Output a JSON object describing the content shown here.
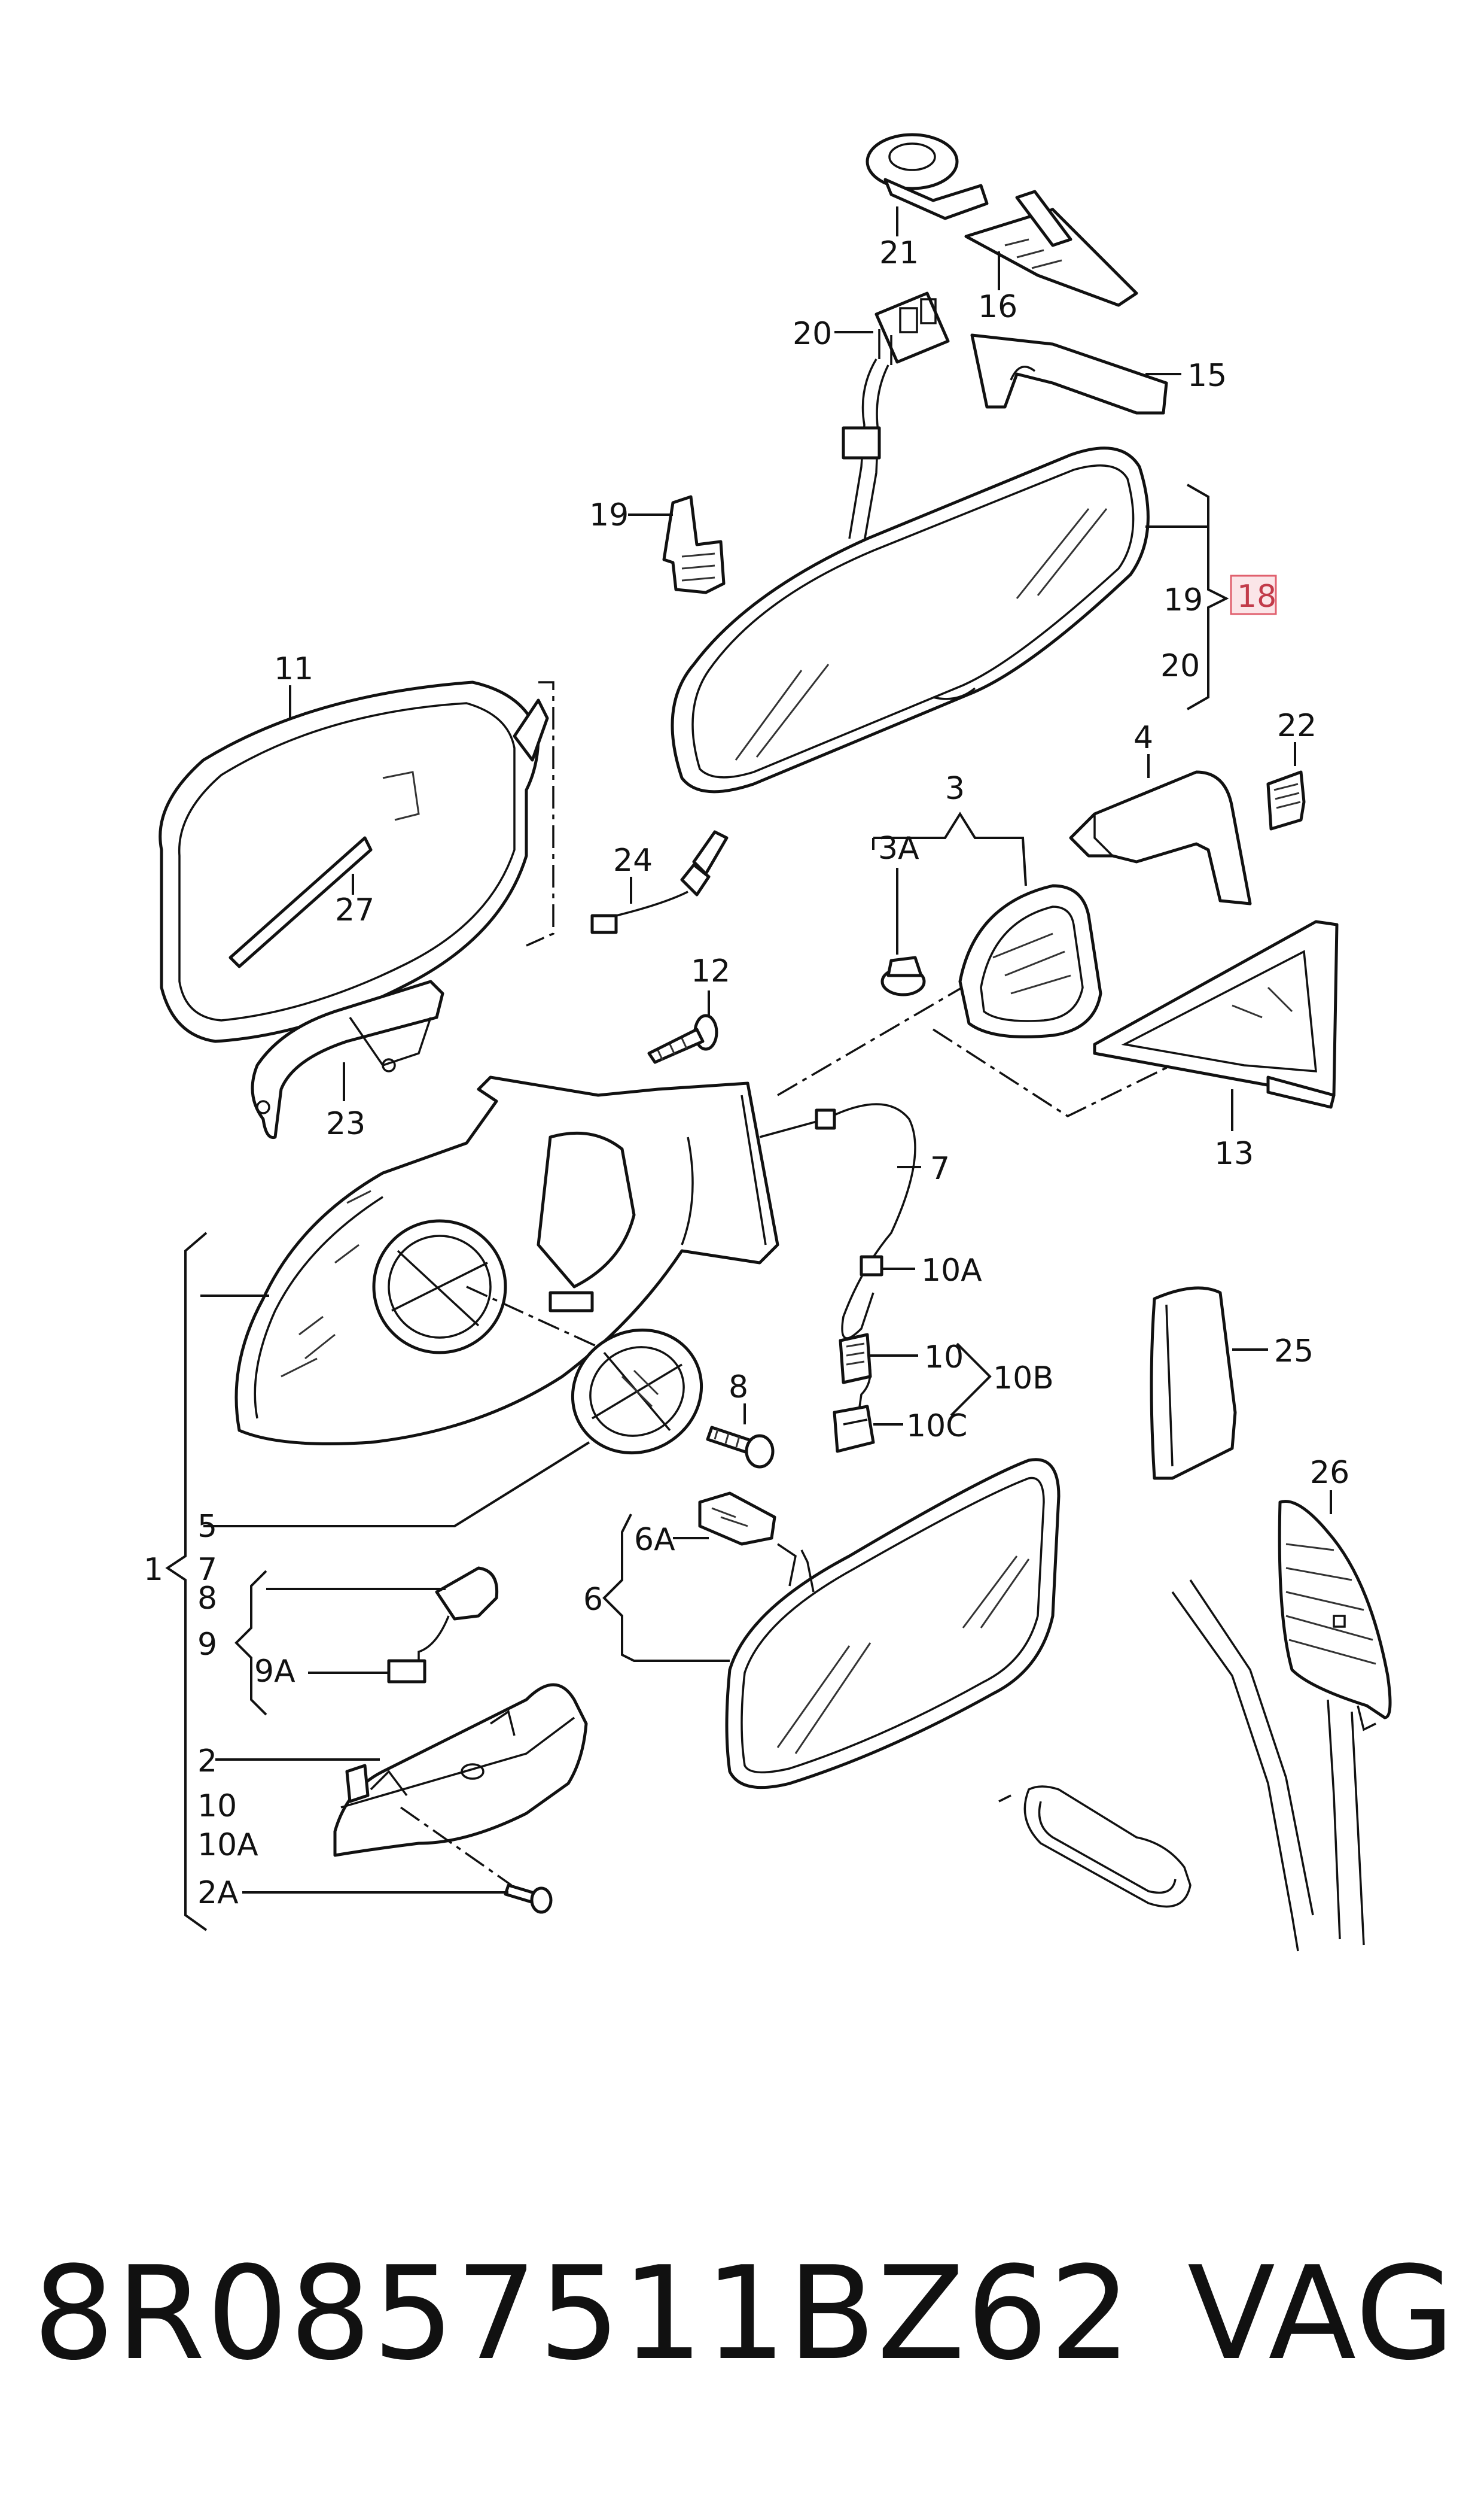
{
  "callouts": {
    "c1": "1",
    "c2": "2",
    "c2A": "2A",
    "c3": "3",
    "c3A": "3A",
    "c4": "4",
    "c5": "5",
    "c6": "6",
    "c6A": "6A",
    "c7a": "7",
    "c7b": "7",
    "c8a": "8",
    "c8b": "8",
    "c9": "9",
    "c9A": "9A",
    "c10a": "10",
    "c10b": "10",
    "c10A_a": "10A",
    "c10A_b": "10A",
    "c10B": "10B",
    "c10C": "10C",
    "c11": "11",
    "c12": "12",
    "c13": "13",
    "c15": "15",
    "c16": "16",
    "c18": "18",
    "c19a": "19",
    "c19b": "19",
    "c20a": "20",
    "c20b": "20",
    "c21": "21",
    "c22": "22",
    "c23": "23",
    "c24": "24",
    "c25": "25",
    "c26": "26",
    "c27": "27"
  },
  "highlighted_callout": "18",
  "highlight_color": "#e0606e",
  "footer": {
    "part_number": "8R0857511BZ62",
    "brand": "VAG"
  }
}
